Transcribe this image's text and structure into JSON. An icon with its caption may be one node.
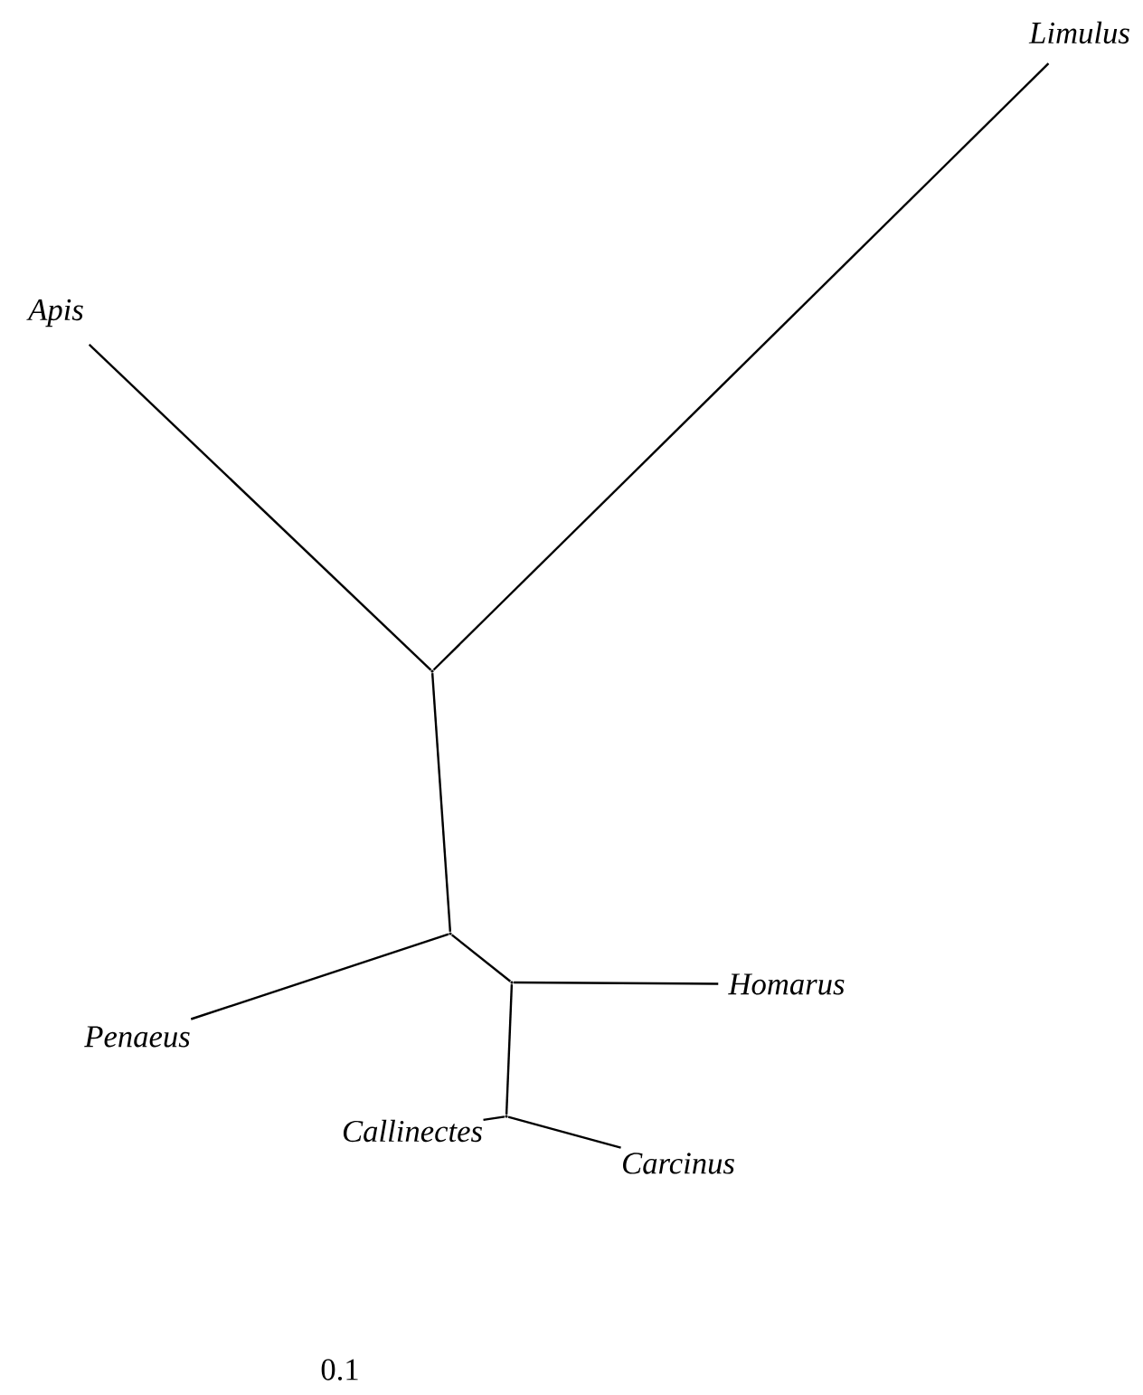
{
  "diagram": {
    "nodes": [
      {
        "text": [
          "Limulus"
        ]
      },
      {
        "text": [
          "Apis"
        ]
      },
      {
        "text": [],
        "shape": "point"
      },
      {
        "text": [],
        "shape": "point"
      },
      {
        "text": [
          "Homarus"
        ]
      },
      {
        "text": [],
        "shape": "point"
      },
      {
        "text": [
          "Penaeus"
        ]
      },
      {
        "text": [],
        "shape": "point"
      },
      {
        "text": [
          "Callinectes"
        ]
      },
      {
        "text": [
          "Carcinus"
        ]
      }
    ],
    "edges": [
      {
        "from": 2,
        "to": 0,
        "arrow": "none"
      },
      {
        "from": 2,
        "to": 1,
        "arrow": "none"
      },
      {
        "from": 2,
        "to": 3,
        "arrow": "none"
      },
      {
        "from": 3,
        "to": 6,
        "arrow": "none"
      },
      {
        "from": 3,
        "to": 5,
        "arrow": "none"
      },
      {
        "from": 5,
        "to": 4,
        "arrow": "none"
      },
      {
        "from": 5,
        "to": 7,
        "arrow": "none"
      },
      {
        "from": 7,
        "to": 8,
        "arrow": "none"
      },
      {
        "from": 7,
        "to": 9,
        "arrow": "none"
      }
    ],
    "labels": [
      "0.1"
    ]
  }
}
